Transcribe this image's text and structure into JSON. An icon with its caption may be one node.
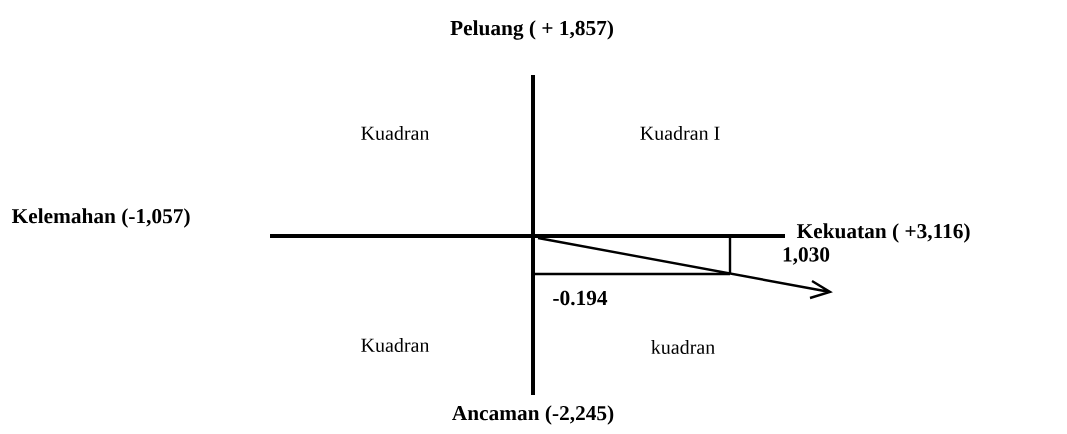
{
  "diagram": {
    "labels": [
      "Peluang ( + 1,857)",
      "Kuadran",
      "Kuadran I",
      "Kelemahan (-1,057)",
      "Kekuatan ( +3,116)",
      "1,030",
      "-0.194",
      "Kuadran",
      "kuadran",
      "Ancaman (-2,245)"
    ]
  }
}
